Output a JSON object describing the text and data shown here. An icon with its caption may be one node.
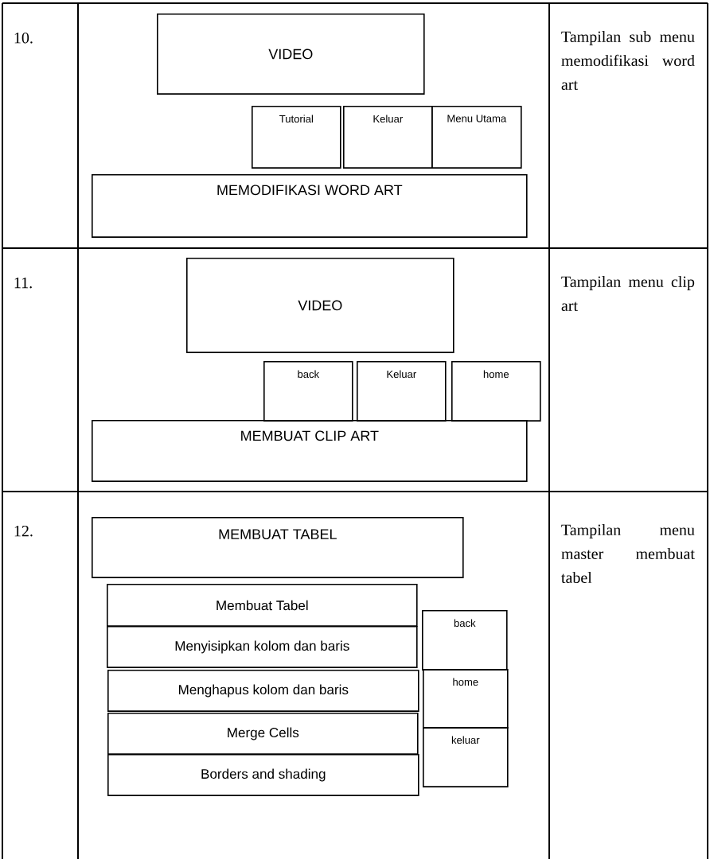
{
  "diagram": {
    "nodes": [
      {
        "text": [
          "VIDEO"
        ]
      },
      {
        "text": [
          "Tutorial"
        ]
      },
      {
        "text": [
          "Keluar"
        ]
      },
      {
        "text": [
          "Menu Utama"
        ]
      },
      {
        "text": [
          "MEMODIFIKASI WORD ART"
        ]
      },
      {
        "text": [
          "VIDEO"
        ]
      },
      {
        "text": [
          "back"
        ]
      },
      {
        "text": [
          "Keluar"
        ]
      },
      {
        "text": [
          "home"
        ]
      },
      {
        "text": [
          "MEMBUAT CLIP ART"
        ]
      },
      {
        "text": [
          "MEMBUAT TABEL"
        ]
      },
      {
        "text": [
          "Membuat Tabel"
        ]
      },
      {
        "text": [
          "Menyisipkan kolom dan baris"
        ]
      },
      {
        "text": [
          "Menghapus kolom dan baris"
        ]
      },
      {
        "text": [
          "Merge Cells"
        ]
      },
      {
        "text": [
          "Borders and shading"
        ]
      },
      {
        "text": [
          "back"
        ]
      },
      {
        "text": [
          "home"
        ]
      },
      {
        "text": [
          "keluar"
        ]
      }
    ],
    "labels": [
      "10.",
      "Tampilan sub menu memodifikasi word art",
      "11.",
      "Tampilan menu clip art",
      "12.",
      "Tampilan menu master membuat tabel"
    ]
  }
}
